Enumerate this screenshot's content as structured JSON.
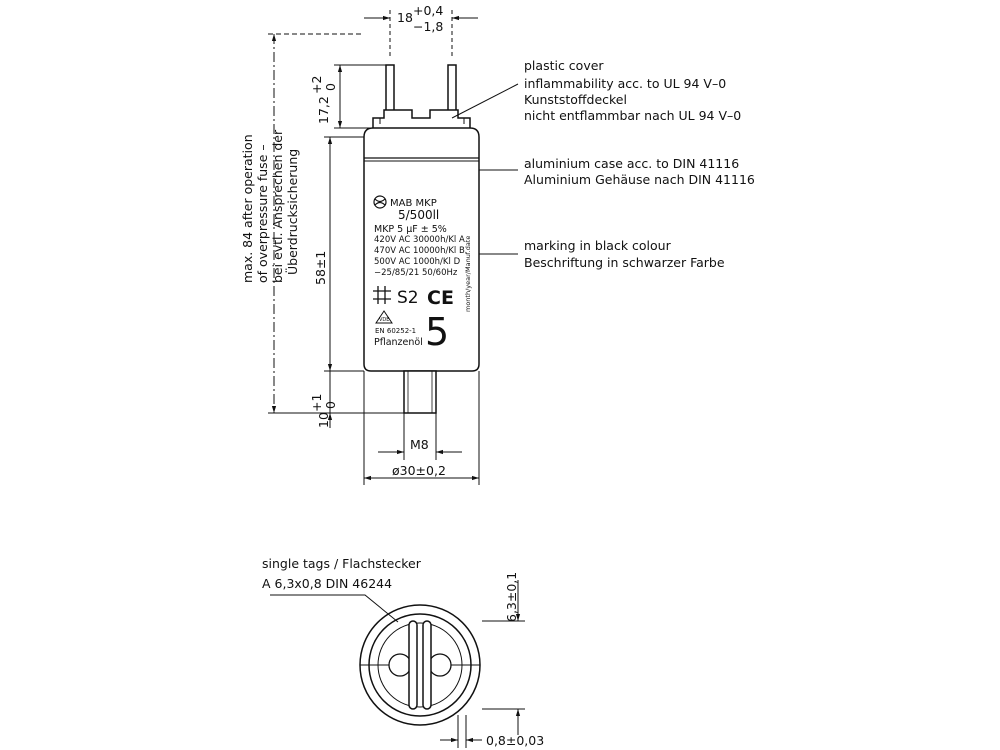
{
  "dimensions": {
    "tag_spacing": {
      "base": "18",
      "tol_upper": "+0,4",
      "tol_lower": "−1,8"
    },
    "tag_height": {
      "base": "17,2",
      "tol_upper": "+2",
      "tol_lower": "0"
    },
    "body_length": "58±1",
    "stud_length": {
      "base": "10",
      "tol_upper": "+1",
      "tol_lower": "0"
    },
    "thread": "M8",
    "diameter": "ø30±0,2",
    "tag_width": "6,3±0,1",
    "tag_thickness": "0,8±0,03"
  },
  "side_note": {
    "lines": [
      "max. 84 after operation",
      "of overpressure fuse –",
      "bei evtl. Ansprechen der",
      "Überdrucksicherung"
    ]
  },
  "callouts": {
    "cover": [
      "plastic cover",
      "inflammability acc. to UL 94 V–0",
      "Kunststoffdeckel",
      "nicht entflammbar nach UL 94 V–0"
    ],
    "case": [
      "aluminium case acc. to  DIN 41116",
      "Aluminium Gehäuse nach DIN 41116"
    ],
    "marking": [
      "marking in black colour",
      "Beschriftung in schwarzer Farbe"
    ]
  },
  "label": {
    "brand": "MAB MKP",
    "rating_top": "5/500ll",
    "rows": [
      "MKP 5 µF ± 5%",
      "420V AC 30000h/Kl A",
      "470V AC 10000h/Kl B",
      "500V AC 1000h/Kl D",
      "−25/85/21 50/60Hz"
    ],
    "lot": "S2",
    "ce_mark": "CE",
    "vde_mark": "VDE",
    "standard": "EN 60252-1",
    "oil": "Pflanzenöl",
    "big_value": "5",
    "date_code": "month/year/Manuf.date"
  },
  "tags_note": [
    "single tags / Flachstecker",
    "A 6,3x0,8 DIN 46244"
  ]
}
